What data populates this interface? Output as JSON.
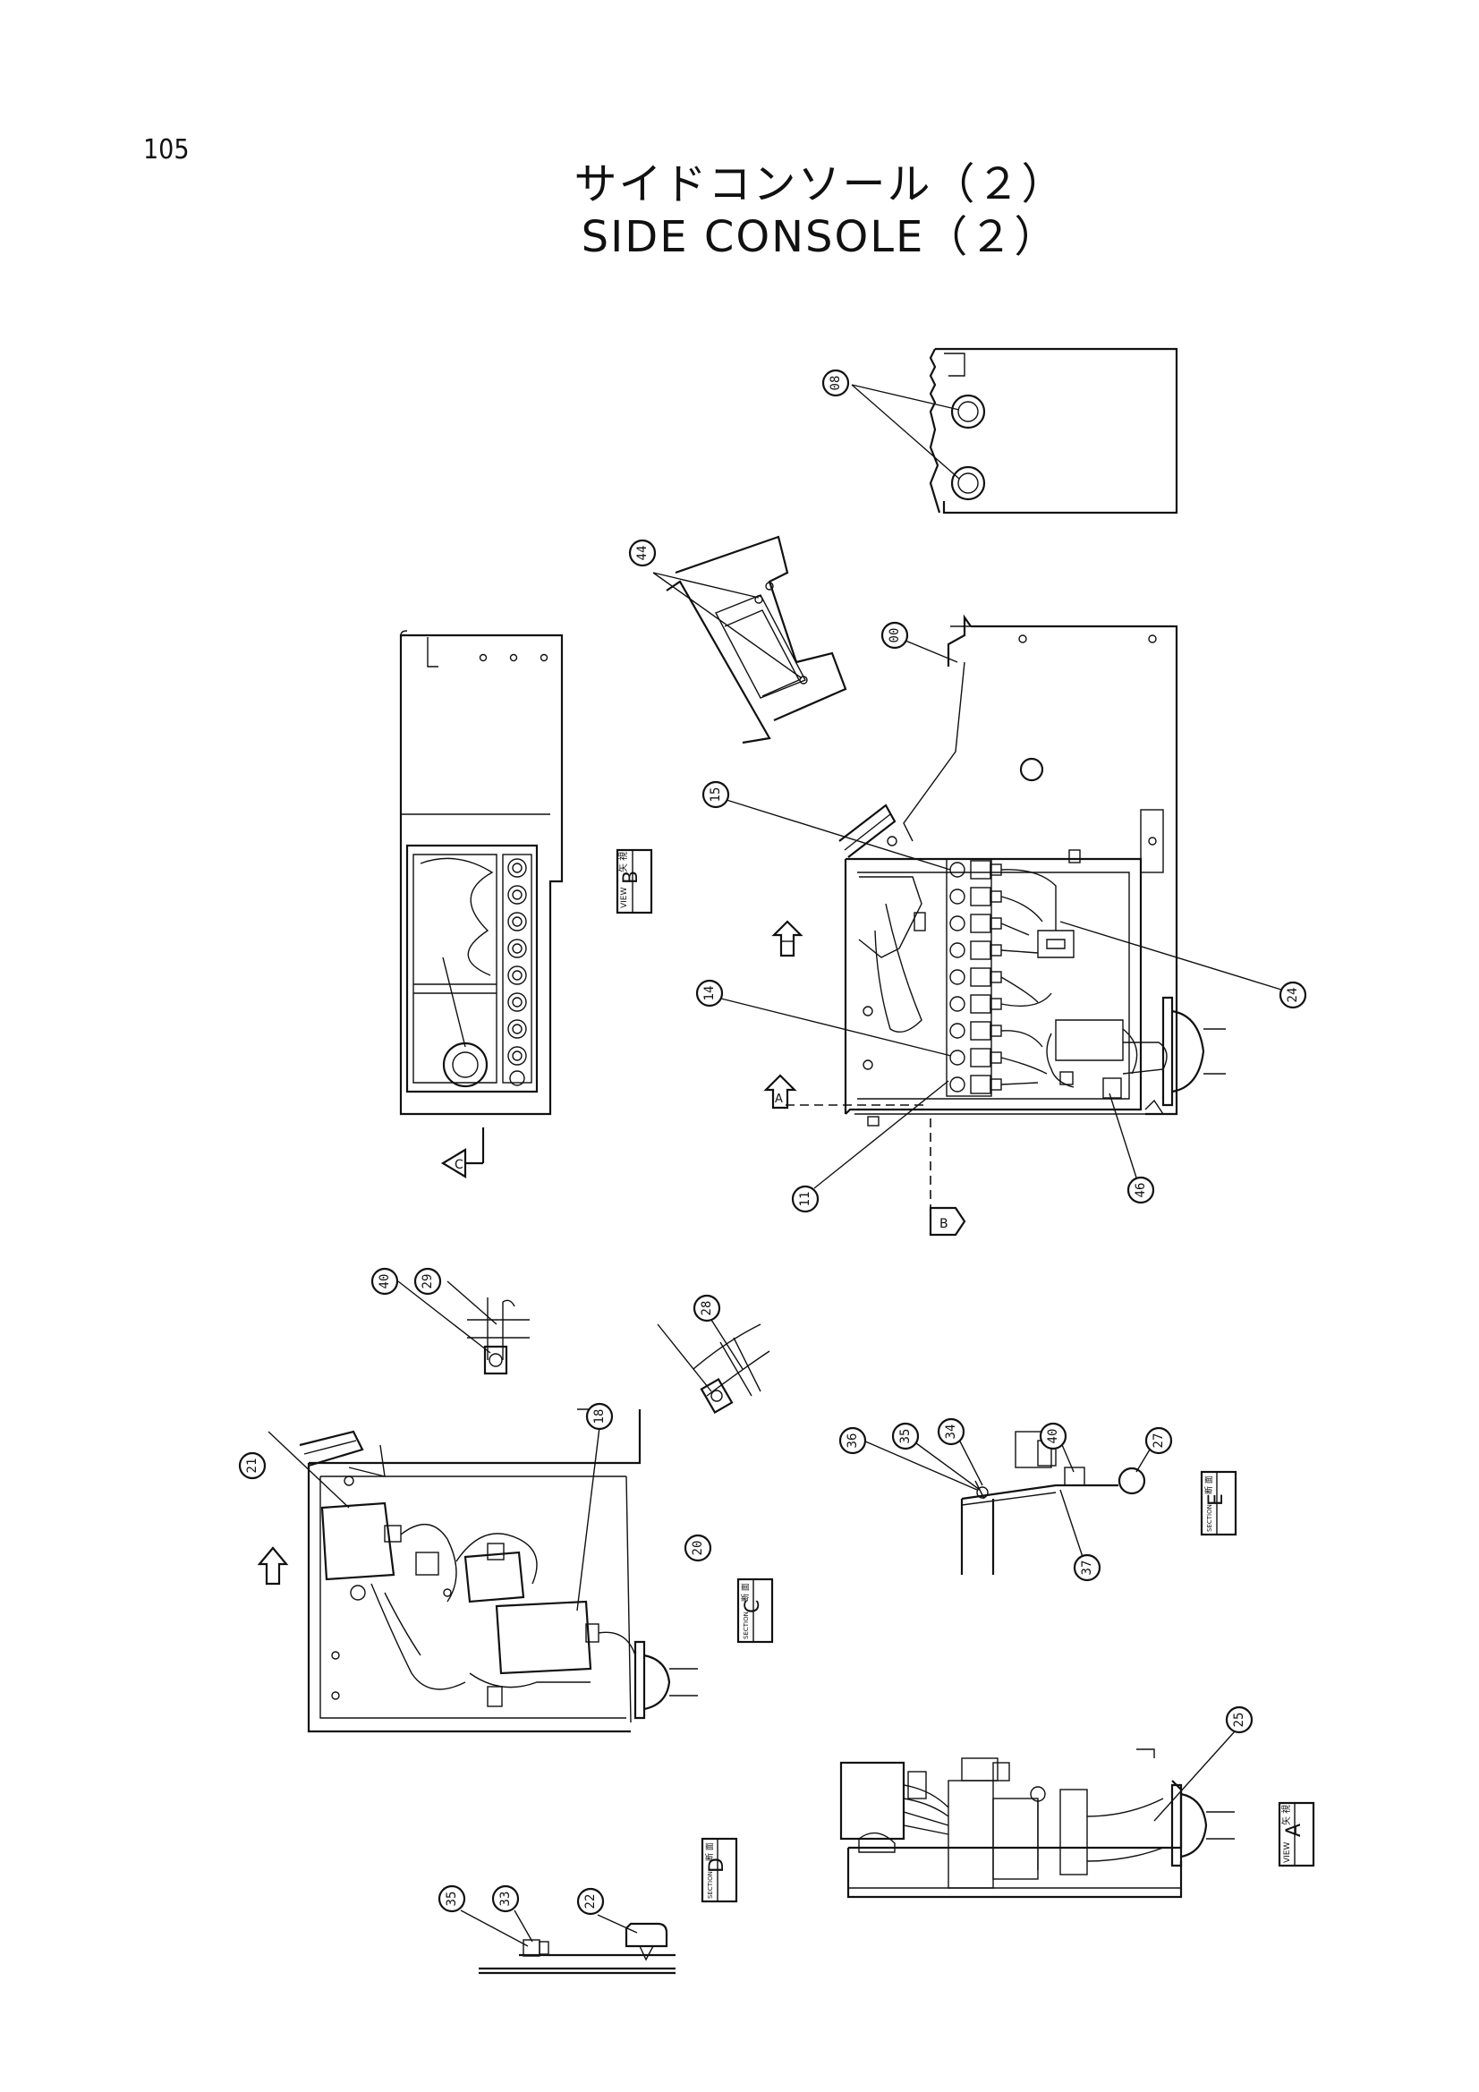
{
  "page": {
    "number": "105"
  },
  "title": {
    "japanese": "サイドコンソール（２）",
    "english": "SIDE CONSOLE（２）"
  },
  "callouts": [
    "08",
    "44",
    "00",
    "15",
    "24",
    "14",
    "11",
    "46",
    "40",
    "29",
    "28",
    "18",
    "21",
    "20",
    "36",
    "35",
    "34",
    "40",
    "27",
    "37",
    "25",
    "35",
    "33",
    "22"
  ],
  "views": {
    "view_b": {
      "label": "B",
      "kanji": "矢 視",
      "word": "VIEW"
    },
    "section_c": {
      "label": "C",
      "kanji": "断 面",
      "word": "SECTION"
    },
    "section_e": {
      "label": "E",
      "kanji": "断 面",
      "word": "SECTION"
    },
    "section_d": {
      "label": "D",
      "kanji": "断 面",
      "word": "SECTION"
    },
    "view_a": {
      "label": "A",
      "kanji": "矢 視",
      "word": "VIEW"
    }
  },
  "arrows": [
    "A",
    "B",
    "C"
  ]
}
